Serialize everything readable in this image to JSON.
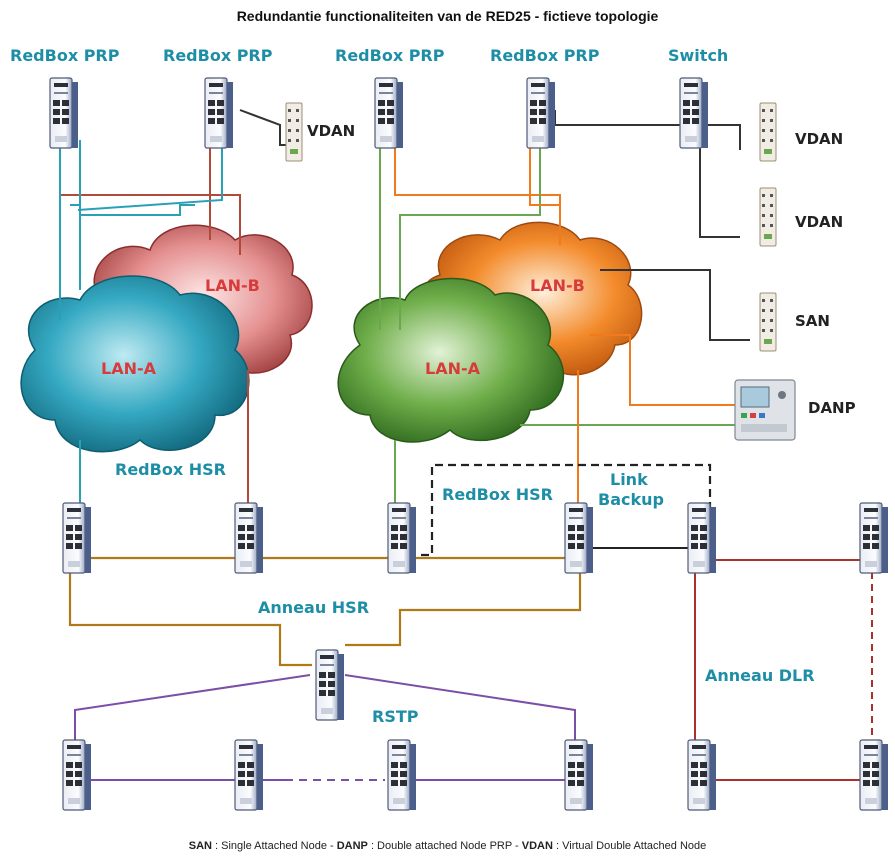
{
  "title": "Redundantie functionaliteiten van de RED25 - fictieve topologie",
  "labels": {
    "redbox_prp": "RedBox PRP",
    "switch": "Switch",
    "redbox_hsr": "RedBox HSR",
    "link_backup_1": "Link",
    "link_backup_2": "Backup",
    "anneau_hsr": "Anneau HSR",
    "anneau_dlr": "Anneau DLR",
    "rstp": "RSTP"
  },
  "clouds": {
    "lan_a": "LAN-A",
    "lan_b": "LAN-B"
  },
  "devices": {
    "vdan": "VDAN",
    "san": "SAN",
    "danp": "DANP"
  },
  "footer": {
    "san_term": "SAN",
    "san_desc": " : Single Attached Node - ",
    "danp_term": "DANP",
    "danp_desc": " : Double attached Node PRP - ",
    "vdan_term": "VDAN",
    "vdan_desc": " : Virtual Double Attached Node"
  },
  "colors": {
    "label_teal": "#1d8ea6",
    "lan_a_blue": "#1e9bb5",
    "lan_b_red": "#d97a7a",
    "lan_a_green": "#5e9d3e",
    "lan_b_orange": "#f07a1c",
    "hsr_ring": "#b07a1a",
    "rstp_ring": "#7b4fa8",
    "dlr_ring": "#a8332b"
  }
}
